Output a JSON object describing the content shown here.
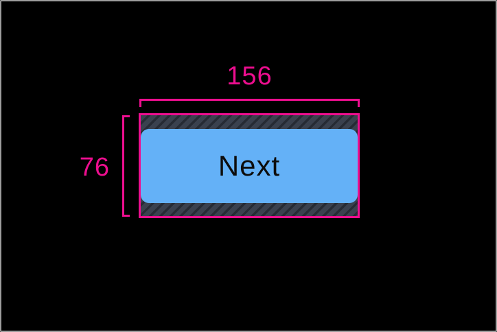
{
  "measurement": {
    "width_label": "156",
    "height_label": "76"
  },
  "button": {
    "label": "Next"
  },
  "icons": {
    "width_bracket": "measure-bracket-horizontal",
    "height_bracket": "measure-bracket-vertical",
    "hatch": "touch-target-padding-hatch"
  },
  "colors": {
    "accent-pink": "#ED0E8F",
    "button-blue": "#64B1F7",
    "button-text": "#0d0d0d",
    "hatch-base": "#3A414E",
    "hatch-stripe": "#262B34",
    "canvas-black": "#000000",
    "frame-gray": "#9e9e9e"
  }
}
